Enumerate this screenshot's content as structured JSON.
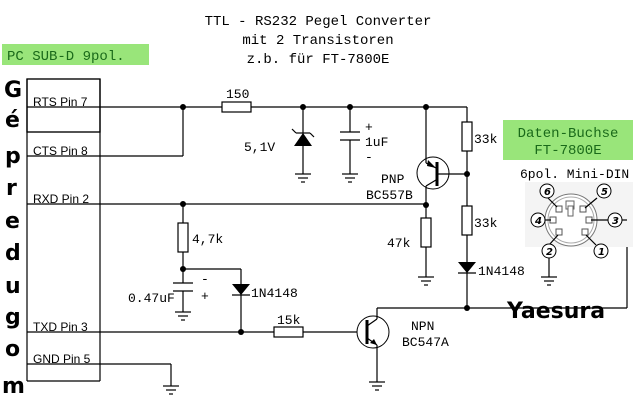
{
  "title": {
    "line1": "TTL - RS232 Pegel Converter",
    "line2": "mit 2 Transistoren",
    "line3": "z.b. für FT-7800E"
  },
  "pc_connector": {
    "label": "PC SUB-D 9pol.",
    "pins": [
      {
        "label": "RTS Pin 7"
      },
      {
        "label": "CTS Pin 8"
      },
      {
        "label": "RXD Pin 2"
      },
      {
        "label": "TXD Pin 3"
      },
      {
        "label": "GND Pin 5"
      }
    ]
  },
  "vertical_name": [
    "G",
    "é",
    "p",
    "r",
    "e",
    "d",
    "u",
    "g",
    "o",
    "m"
  ],
  "components": {
    "r_150": "150",
    "zener": "5,1V",
    "cap_1uf": "1uF",
    "cap_1uf_plus": "+",
    "cap_1uf_minus": "-",
    "r_33k_top": "33k",
    "r_33k_bottom": "33k",
    "pnp_type": "PNP",
    "pnp_model": "BC557B",
    "r_47k": "47k",
    "r_4k7": "4,7k",
    "cap_047": "0.47uF",
    "cap_047_minus": "-",
    "cap_047_plus": "+",
    "diode_left": "1N4148",
    "diode_right": "1N4148",
    "r_15k": "15k",
    "npn_type": "NPN",
    "npn_model": "BC547A"
  },
  "radio_connector": {
    "label_line1": "Daten-Buchse",
    "label_line2": "FT-7800E",
    "type": "6pol. Mini-DIN",
    "pins": [
      "1",
      "2",
      "3",
      "4",
      "5",
      "6"
    ]
  },
  "signature": "Yaesura",
  "colors": {
    "label_bg": "#99e57a",
    "label_text": "#1a6a1a"
  }
}
